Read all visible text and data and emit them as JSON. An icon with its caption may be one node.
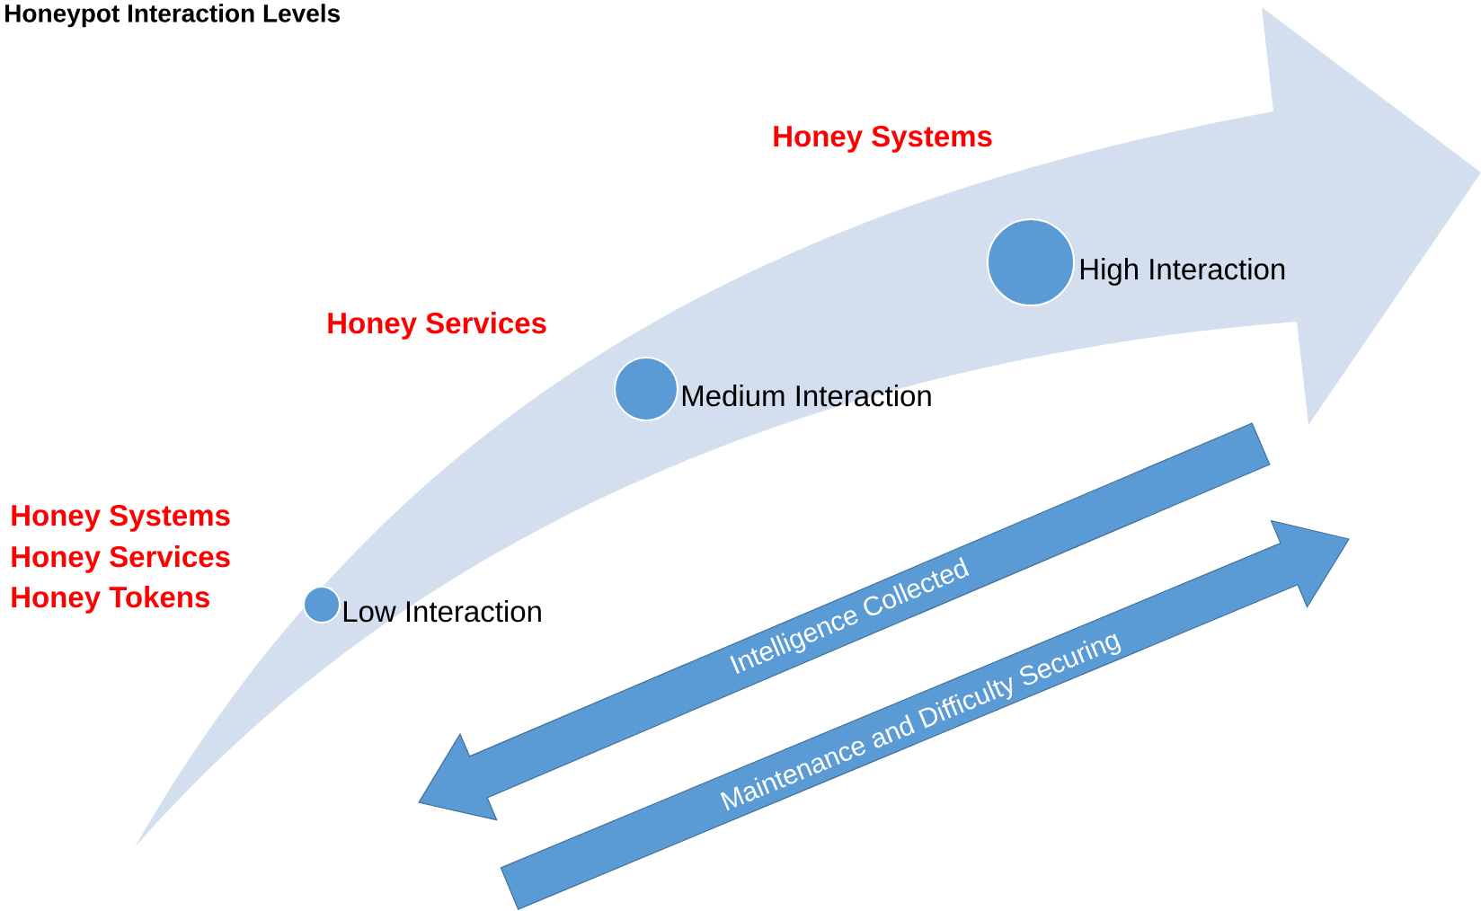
{
  "diagram": {
    "title": "Honeypot Interaction Levels",
    "nodes": [
      {
        "text": [],
        "shape": "circle",
        "beside": [
          "Low Interaction"
        ]
      },
      {
        "text": [],
        "shape": "circle",
        "beside": [
          "Medium Interaction"
        ]
      },
      {
        "text": [],
        "shape": "circle",
        "beside": [
          "High Interaction"
        ]
      },
      {
        "text": [
          "Intelligence Collected"
        ]
      },
      {
        "text": [
          "Maintenance and Difficulty Securing"
        ]
      }
    ],
    "labels": [
      "Honey Systems",
      "Honey Services",
      "Honey Systems",
      "Honey Services",
      "Honey Tokens"
    ]
  }
}
